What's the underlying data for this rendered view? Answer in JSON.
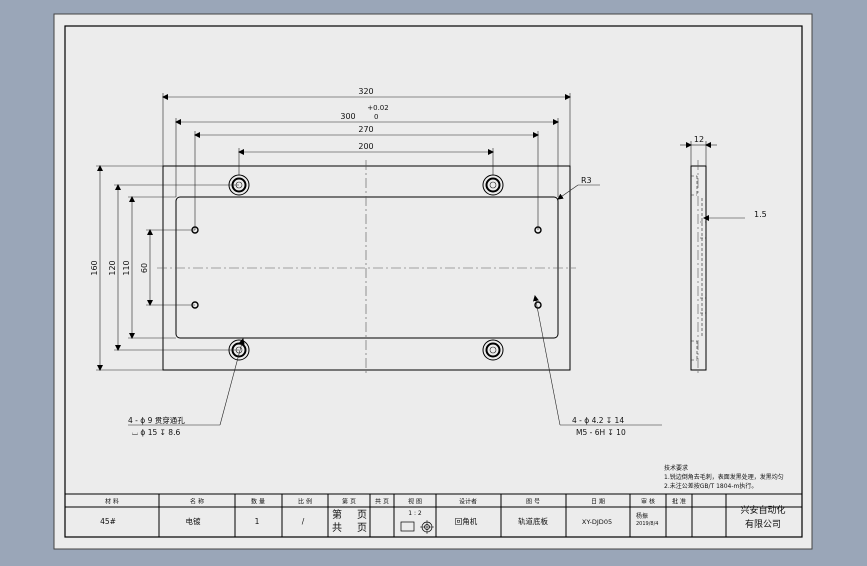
{
  "dimensions": {
    "overall_length": "320",
    "hole_span_outer": "300",
    "tol_upper": "+0.02",
    "tol_lower": "0",
    "hole_span_mid": "270",
    "hole_span_inner": "200",
    "overall_height": "160",
    "height_110": "110",
    "height_120": "120",
    "height_60": "60",
    "radius": "R3",
    "thickness": "12",
    "recess_depth": "1.5"
  },
  "callouts": {
    "cbore_line1": "4 - ϕ 9 贯穿通孔",
    "cbore_line2": "⌴ ϕ 15 ↧ 8.6",
    "tap_line1": "4 - ϕ 4.2 ↧ 14",
    "tap_line2": "M5 - 6H ↧ 10"
  },
  "notes": {
    "title": "技术要求",
    "line1": "1.锐边倒角去毛刺，表面发黑处理，发黑均匀",
    "line2": "2.未注公差按GB/T 1804-m执行。"
  },
  "title_block": {
    "headers": [
      "材 料",
      "名 称",
      "数 量",
      "比 例",
      "第 页",
      "共 页",
      "视 图",
      "设计者",
      "图 号",
      "日 期",
      "审 核",
      "批 准"
    ],
    "material": "45#",
    "name_label": "电镀",
    "quantity": "1",
    "scale": "/",
    "page_ordinal": "第",
    "page_unit": "页",
    "page_total": "共",
    "view_ratio": "1 : 2",
    "designer": "回角机",
    "part_name": "轨道底板",
    "drawing_no": "XY-DJD05",
    "date_line1": "杨振",
    "date_line2": "2019/8/4",
    "company_line1": "兴安自动化",
    "company_line2": "有限公司"
  }
}
